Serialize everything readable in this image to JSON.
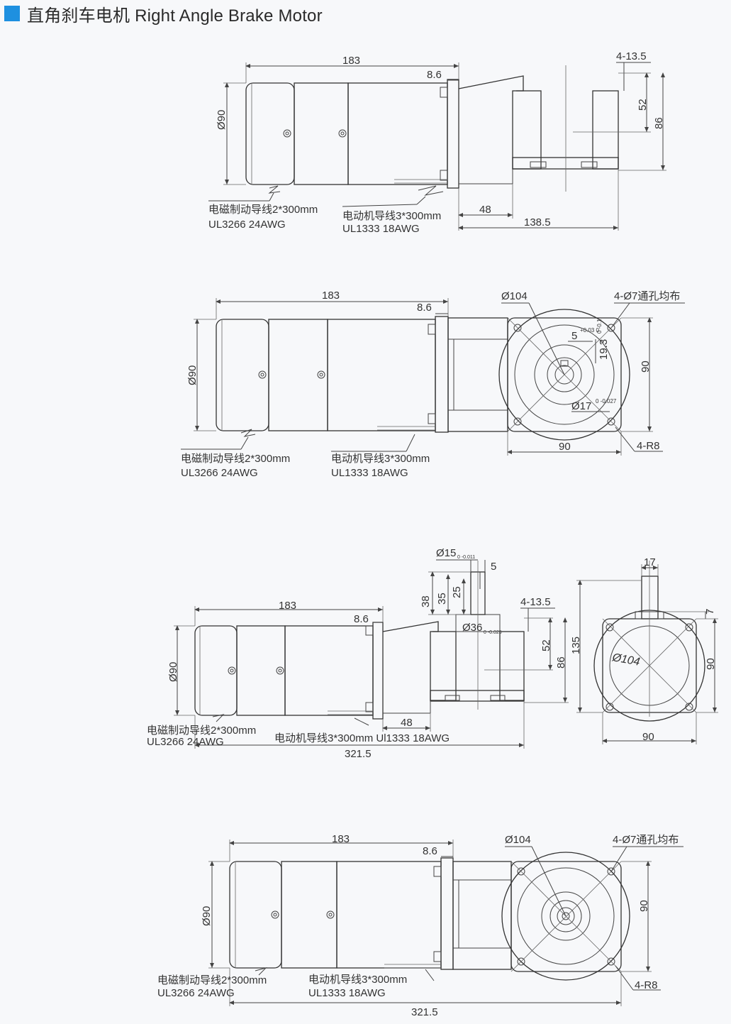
{
  "title": "直角刹车电机 Right Angle Brake Motor",
  "accent_color": "#1e90e0",
  "views": [
    {
      "id": "view1",
      "dims": {
        "length": "183",
        "flange": "8.6",
        "dia": "Ø90",
        "holes": "4-13.5",
        "h52": "52",
        "h86": "86",
        "w48": "48",
        "w1385": "138.5"
      },
      "brake_lead": "电磁制动导线2*300mm",
      "brake_ul": "UL3266  24AWG",
      "motor_lead": "电动机导线3*300mm",
      "motor_ul": "UL1333  18AWG"
    },
    {
      "id": "view2",
      "dims": {
        "length": "183",
        "flange": "8.6",
        "dia": "Ø90",
        "d104": "Ø104",
        "holes": "4-Ø7通孔均布",
        "key": "5",
        "key_tol": "+0.03 0",
        "h193": "19.3",
        "h193_tol": "0 -0.1",
        "d17": "Ø17",
        "d17_tol": "0 -0.027",
        "sq": "90",
        "w90": "90",
        "r8": "4-R8"
      },
      "brake_lead": "电磁制动导线2*300mm",
      "brake_ul": "UL3266  24AWG",
      "motor_lead": "电动机导线3*300mm",
      "motor_ul": "UL1333  18AWG"
    },
    {
      "id": "view3",
      "dims": {
        "length": "183",
        "flange": "8.6",
        "dia": "Ø90",
        "d15": "Ø15",
        "d15_tol": "0 -0.011",
        "k5": "5",
        "h38": "38",
        "h35": "35",
        "h25": "25",
        "holes": "4-13.5",
        "d36": "Ø36",
        "d36_tol": "0 -0.025",
        "h52": "52",
        "h86": "86",
        "h135": "135",
        "w48": "48",
        "total": "321.5",
        "s17": "17",
        "s7": "7",
        "d104": "Ø104",
        "sq": "90",
        "w90": "90"
      },
      "brake_lead": "电磁制动导线2*300mm",
      "brake_ul": "UL3266  24AWG",
      "motor_lead": "电动机导线3*300mm  Ul1333  18AWG"
    },
    {
      "id": "view4",
      "dims": {
        "length": "183",
        "flange": "8.6",
        "dia": "Ø90",
        "d104": "Ø104",
        "holes": "4-Ø7通孔均布",
        "sq": "90",
        "r8": "4-R8",
        "total": "321.5"
      },
      "brake_lead": "电磁制动导线2*300mm",
      "brake_ul": "UL3266  24AWG",
      "motor_lead": "电动机导线3*300mm",
      "motor_ul": "UL1333  18AWG"
    }
  ]
}
